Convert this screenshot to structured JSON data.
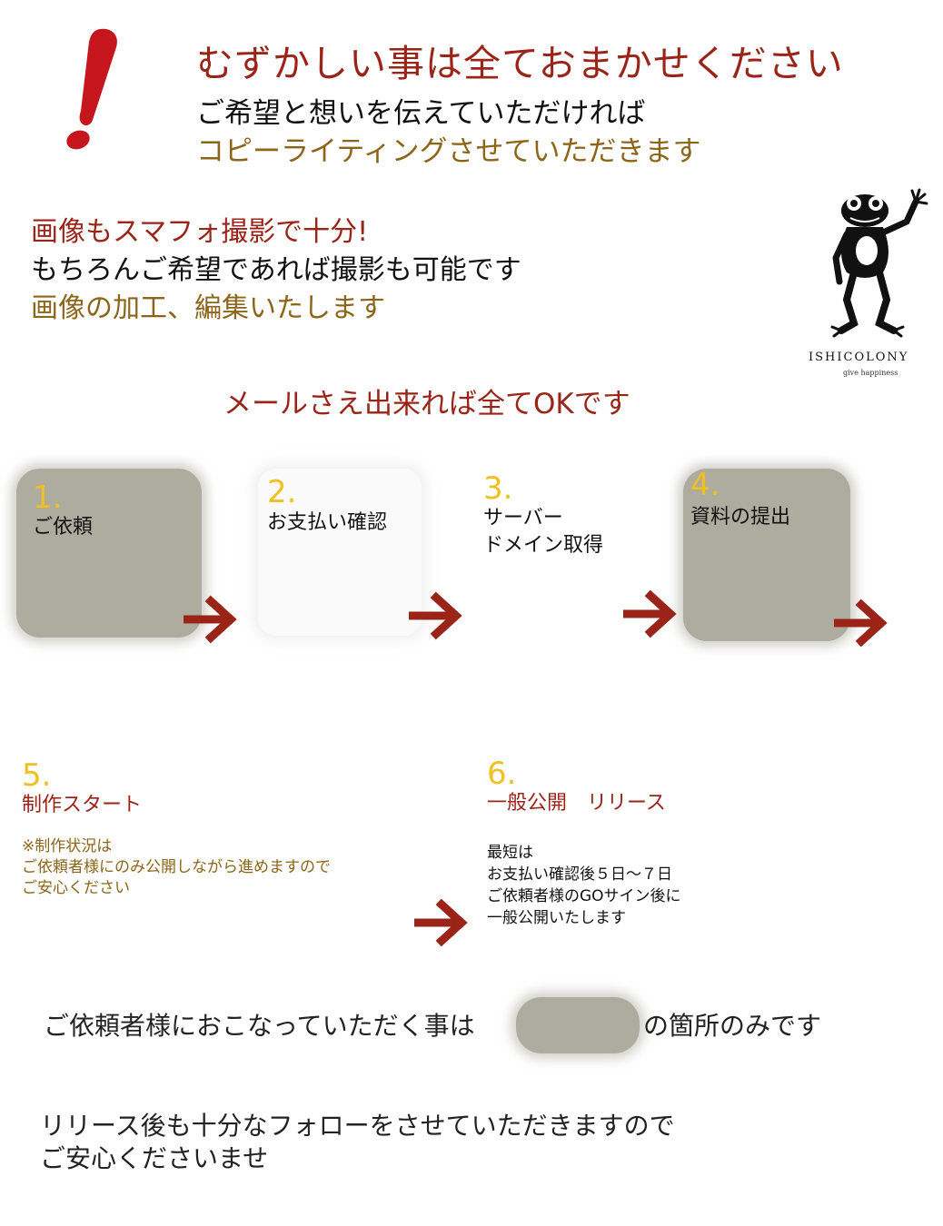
{
  "header": {
    "headline": "むずかしい事は全ておまかせください",
    "line1": "ご希望と想いを伝えていただければ",
    "line2": "コピーライティングさせていただきます"
  },
  "photo": {
    "line1": "画像もスマフォ撮影で十分!",
    "line2": "もちろんご希望であれば撮影も可能です",
    "line3": "画像の加工、編集いたします"
  },
  "logo": {
    "name": "ISHICOLONY",
    "tagline": "give happiness"
  },
  "mail_ok": "メールさえ出来れば全てOKです",
  "steps": [
    {
      "num": "1.",
      "label": "ご依頼"
    },
    {
      "num": "2.",
      "label": "お支払い確認"
    },
    {
      "num": "3.",
      "label_line1": "サーバー",
      "label_line2": "ドメイン取得"
    },
    {
      "num": "4.",
      "label": "資料の提出"
    },
    {
      "num": "5.",
      "label": "制作スタート",
      "note_line1": "※制作状況は",
      "note_line2": "ご依頼者様にのみ公開しながら進めますので",
      "note_line3": "ご安心ください"
    },
    {
      "num": "6.",
      "label": "一般公開　リリース",
      "note_line1": "最短は",
      "note_line2": "お支払い確認後５日〜７日",
      "note_line3": "ご依頼者様のGOサイン後に",
      "note_line4": "一般公開いたします"
    }
  ],
  "client_task": {
    "before": "ご依頼者様におこなっていただく事は",
    "after": "の箇所のみです"
  },
  "followup": {
    "line1": "リリース後も十分なフォローをさせていただきますので",
    "line2": "ご安心くださいませ"
  },
  "colors": {
    "accent_red": "#9b2418",
    "accent_gold": "#8c6518",
    "number_yellow": "#f0c020",
    "client_box_gray": "#adac9f"
  }
}
